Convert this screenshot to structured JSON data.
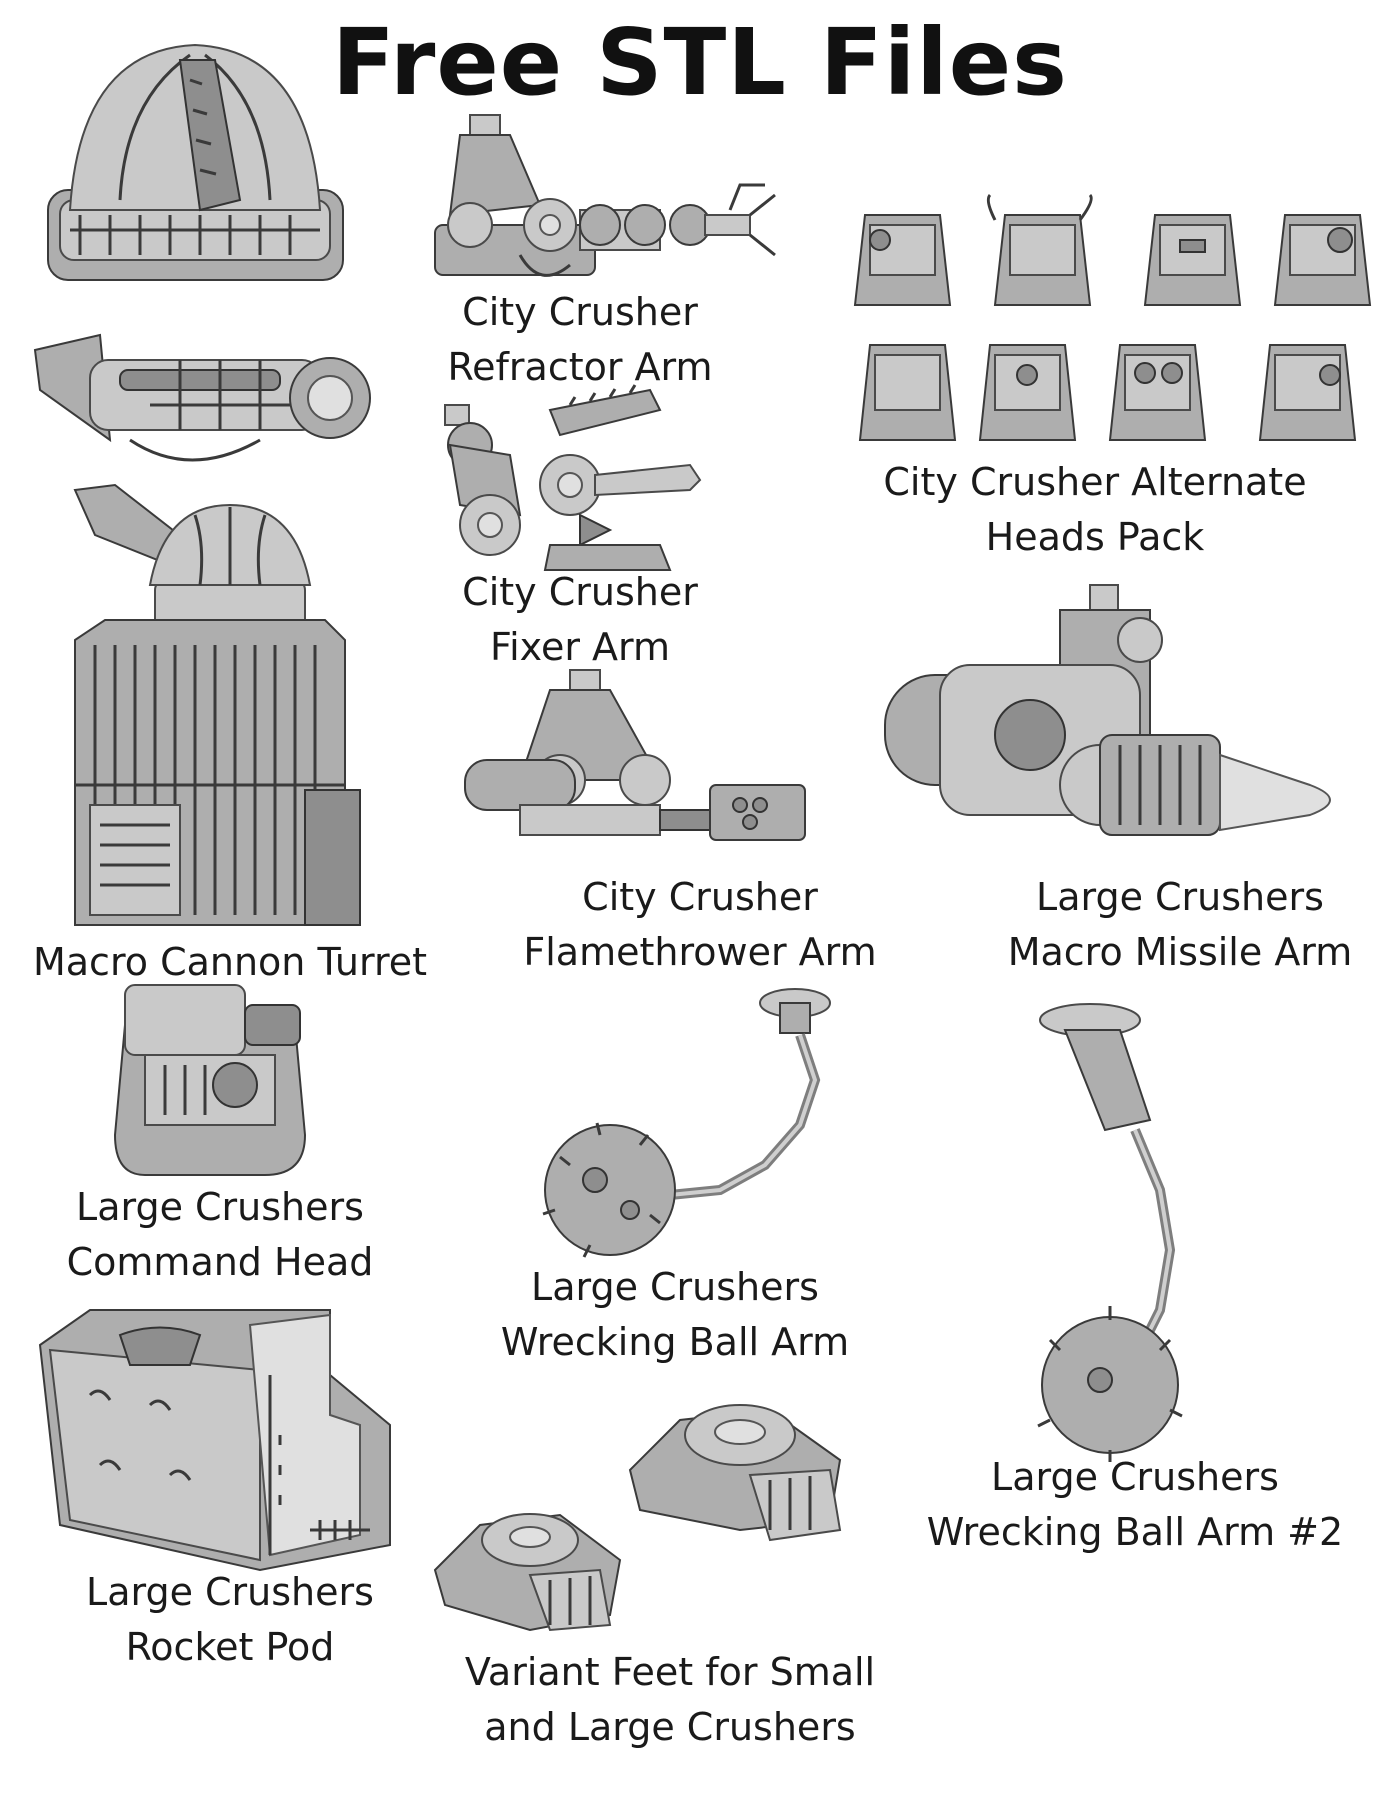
{
  "page": {
    "title": "Free STL Files"
  },
  "items": {
    "refractor_arm": {
      "line1": "City Crusher",
      "line2": "Refractor Arm"
    },
    "alternate_heads": {
      "line1": "City Crusher Alternate",
      "line2": "Heads Pack"
    },
    "fixer_arm": {
      "line1": "City Crusher",
      "line2": "Fixer Arm"
    },
    "macro_cannon": {
      "line1": "Macro Cannon Turret"
    },
    "flamethrower_arm": {
      "line1": "City Crusher",
      "line2": "Flamethrower Arm"
    },
    "macro_missile_arm": {
      "line1": "Large Crushers",
      "line2": "Macro Missile Arm"
    },
    "command_head": {
      "line1": "Large Crushers",
      "line2": "Command Head"
    },
    "wrecking_ball_arm": {
      "line1": "Large Crushers",
      "line2": "Wrecking Ball Arm"
    },
    "wrecking_ball_arm_2": {
      "line1": "Large Crushers",
      "line2": "Wrecking Ball Arm #2"
    },
    "rocket_pod": {
      "line1": "Large Crushers",
      "line2": "Rocket Pod"
    },
    "variant_feet": {
      "line1": "Variant Feet for Small",
      "line2": "and Large Crushers"
    }
  }
}
